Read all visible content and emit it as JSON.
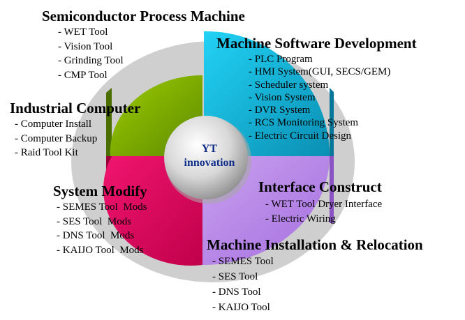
{
  "center": {
    "line1": "YT",
    "line2": "innovation"
  },
  "colors": {
    "green_segment": "#86b400",
    "cyan_segment": "#0fb7db",
    "purple_segment": "#b783e6",
    "magenta_segment": "#e0095c",
    "ring": "#cfcfcf",
    "center_text": "#0f2f8a"
  },
  "sections": [
    {
      "title": "Semiconductor Process Machine",
      "items": [
        "- WET Tool",
        "- Vision Tool",
        "- Grinding Tool",
        "- CMP Tool"
      ]
    },
    {
      "title": "Machine Software Development",
      "items": [
        "- PLC Program",
        "- HMI System(GUI, SECS/GEM)",
        "- Scheduler system",
        "- Vision System",
        "- DVR System",
        "- RCS Monitoring System",
        "- Electric Circuit Design"
      ]
    },
    {
      "title": "Industrial Computer",
      "items": [
        "- Computer Install",
        "- Computer Backup",
        "- Raid Tool Kit"
      ]
    },
    {
      "title": "System Modify",
      "items": [
        "- SEMES Tool  Mods",
        "- SES Tool  Mods",
        "- DNS Tool  Mods",
        "- KAIJO Tool  Mods"
      ]
    },
    {
      "title": "Interface Construct",
      "items": [
        "- WET Tool Dryer Interface",
        "- Electric Wiring"
      ]
    },
    {
      "title": "Machine Installation & Relocation",
      "items": [
        "- SEMES Tool",
        "- SES Tool",
        "- DNS Tool",
        "- KAIJO Tool"
      ]
    }
  ]
}
